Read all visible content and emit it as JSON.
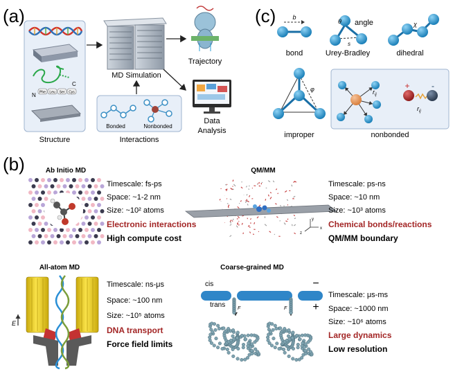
{
  "panel_a": {
    "letter": "(a)",
    "structure_label": "Structure",
    "sequence_n": "N",
    "sequence_c": "C",
    "residues": [
      "Phe",
      "Leu",
      "Ser",
      "Cys"
    ],
    "md_label": "MD Simulation",
    "trajectory_label": "Trajectory",
    "data_analysis_line1": "Data",
    "data_analysis_line2": "Analysis",
    "bonded_label": "Bonded",
    "nonbonded_label": "Nonbonded",
    "interactions_label": "Interactions"
  },
  "panel_c": {
    "letter": "(c)",
    "bond_label": "bond",
    "bond_symbol": "b",
    "urey_label": "Urey-Bradley",
    "theta_symbol": "θ",
    "angle_label": "angle",
    "s_symbol": "s",
    "dihedral_label": "dihedral",
    "chi_symbol": "χ",
    "improper_label": "improper",
    "phi_symbol": "φ",
    "nonbonded_label": "nonbonded",
    "rij_symbol": "r",
    "rij_sub": "ij",
    "plus_sign": "+",
    "minus_sign": "-"
  },
  "panel_b": {
    "letter": "(b)",
    "abinitio": {
      "title": "Ab Initio MD",
      "timescale": "Timescale: fs-ps",
      "space": "Space: ~1-2 nm",
      "size": "Size: ~10² atoms",
      "highlight": "Electronic interactions",
      "limit": "High compute cost"
    },
    "qmmm": {
      "title": "QM/MM",
      "timescale": "Timescale: ps-ns",
      "space": "Space: ~10 nm",
      "size": "Size: ~10³ atoms",
      "highlight": "Chemical bonds/reactions",
      "limit": "QM/MM boundary",
      "axis_x": "x",
      "axis_y": "y",
      "axis_z": "z"
    },
    "allatom": {
      "title": "All-atom MD",
      "timescale": "Timescale: ns-μs",
      "space": "Space: ~100 nm",
      "size": "Size: ~10⁵ atoms",
      "highlight": "DNA transport",
      "limit": "Force field limits",
      "field_label": "E"
    },
    "cg": {
      "title": "Coarse-grained MD",
      "timescale": "Timescale: μs-ms",
      "space": "Space: ~1000 nm",
      "size": "Size: ~10⁶ atoms",
      "highlight": "Large dynamics",
      "limit": "Low resolution",
      "cis_label": "cis",
      "trans_label": "trans",
      "minus_sign": "−",
      "plus_sign": "+",
      "force_symbol": "F"
    }
  },
  "colors": {
    "highlight_red": "#a32626",
    "panel_box": "#e8eff8",
    "panel_border": "#9fb4cf",
    "atom_blue": "#2e9fd6",
    "membrane_blue": "#2f86c8",
    "pore_yellow": "#f2d21b",
    "nanopore_gray": "#5a5a5a"
  }
}
